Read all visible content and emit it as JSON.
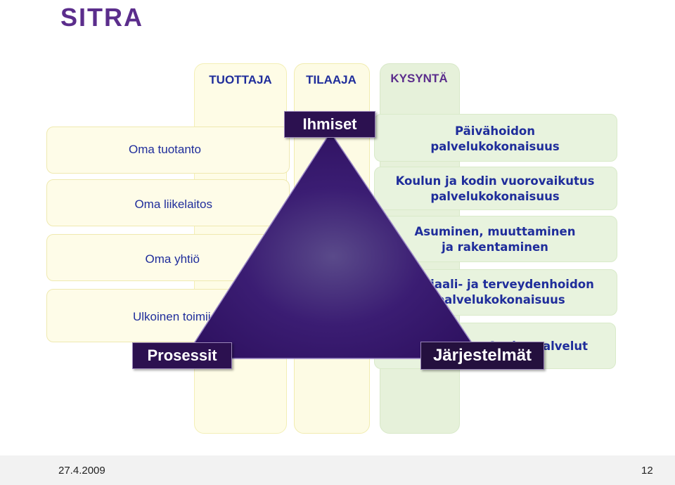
{
  "logo": {
    "text": "SITRA",
    "color": "#5b2d8c"
  },
  "columns": {
    "tuottaja": "TUOTTAJA",
    "tilaaja": "TILAAJA",
    "kysynta": "KYSYNTÄ"
  },
  "left_rows": [
    "Oma tuotanto",
    "Oma liikelaitos",
    "Oma yhtiö",
    "Ulkoinen toimija"
  ],
  "right_rows": [
    [
      "Päivähoidon",
      "palvelukokonaisuus"
    ],
    [
      "Koulun ja kodin vuorovaikutus",
      "palvelukokonaisuus"
    ],
    [
      "Asuminen, muuttaminen",
      "ja rakentaminen"
    ],
    [
      "Sosiaali- ja terveydenhoidon",
      "palvelukokonaisuus"
    ],
    [
      "Asukaspalvelut"
    ]
  ],
  "triangle": {
    "top_label": "Ihmiset",
    "left_label": "Prosessit",
    "right_label": "Järjestelmät",
    "color": "#3a1a6e"
  },
  "footer": {
    "date": "27.4.2009",
    "page": "12"
  },
  "colors": {
    "title_text": "#1f2d9b",
    "kysynta_title": "#5b2d8c"
  }
}
